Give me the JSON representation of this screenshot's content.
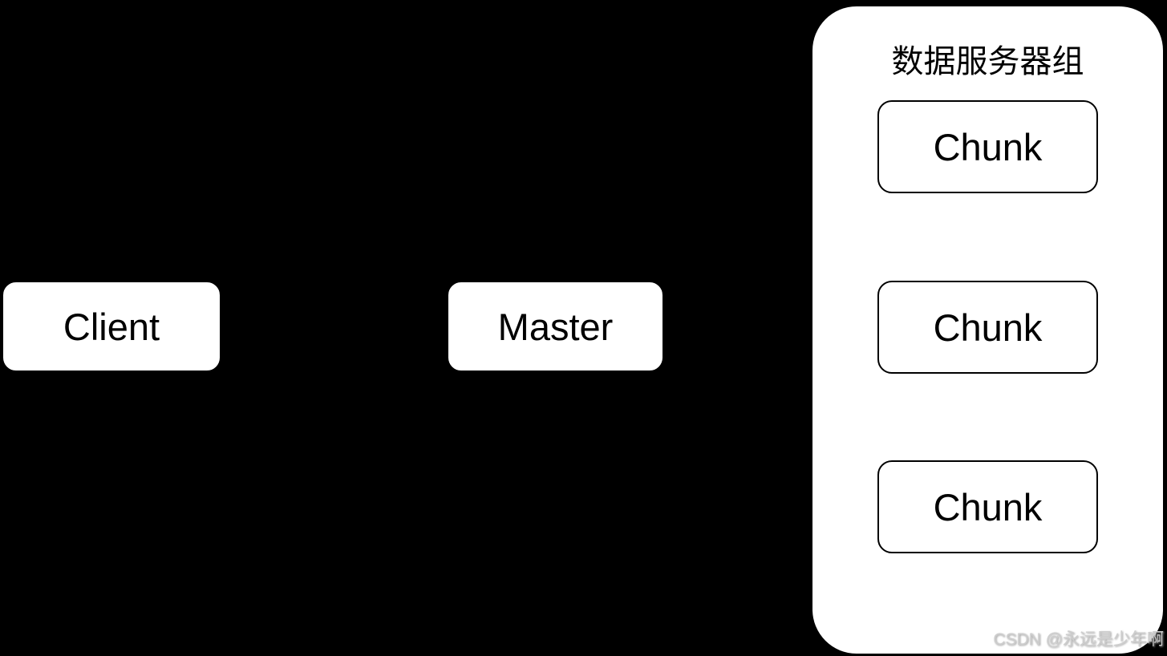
{
  "diagram": {
    "nodes": {
      "client": "Client",
      "master": "Master"
    },
    "server_group": {
      "title": "数据服务器组",
      "chunks": [
        "Chunk",
        "Chunk",
        "Chunk"
      ]
    },
    "watermark": "CSDN @永远是少年啊",
    "colors": {
      "background": "#000000",
      "node_fill": "#ffffff",
      "node_border": "#000000",
      "node_text": "#000000",
      "watermark_text": "#cdcdcd"
    }
  }
}
